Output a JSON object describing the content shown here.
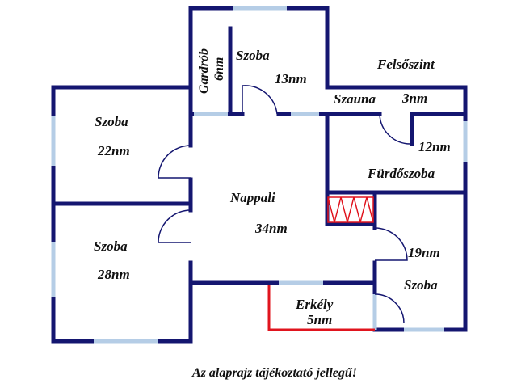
{
  "colors": {
    "wall": "#141670",
    "window": "#b5cde6",
    "balcony_rail": "#e0141e",
    "stairs": "#e0141e",
    "text": "#111111"
  },
  "title": "Felsőszint",
  "rooms": {
    "gardrob_name": "Gardrób",
    "gardrob_area": "6nm",
    "szoba13_name": "Szoba",
    "szoba13_area": "13nm",
    "szauna_name": "Szauna",
    "szauna_area": "3nm",
    "furdo_name": "Fürdőszoba",
    "furdo_area": "12nm",
    "szoba22_name": "Szoba",
    "szoba22_area": "22nm",
    "nappali_name": "Nappali",
    "nappali_area": "34nm",
    "szoba28_name": "Szoba",
    "szoba28_area": "28nm",
    "szoba19_name": "Szoba",
    "szoba19_area": "19nm",
    "erkely_name": "Erkély",
    "erkely_area": "5nm"
  },
  "note": "Az alaprajz tájékoztató jellegű!"
}
